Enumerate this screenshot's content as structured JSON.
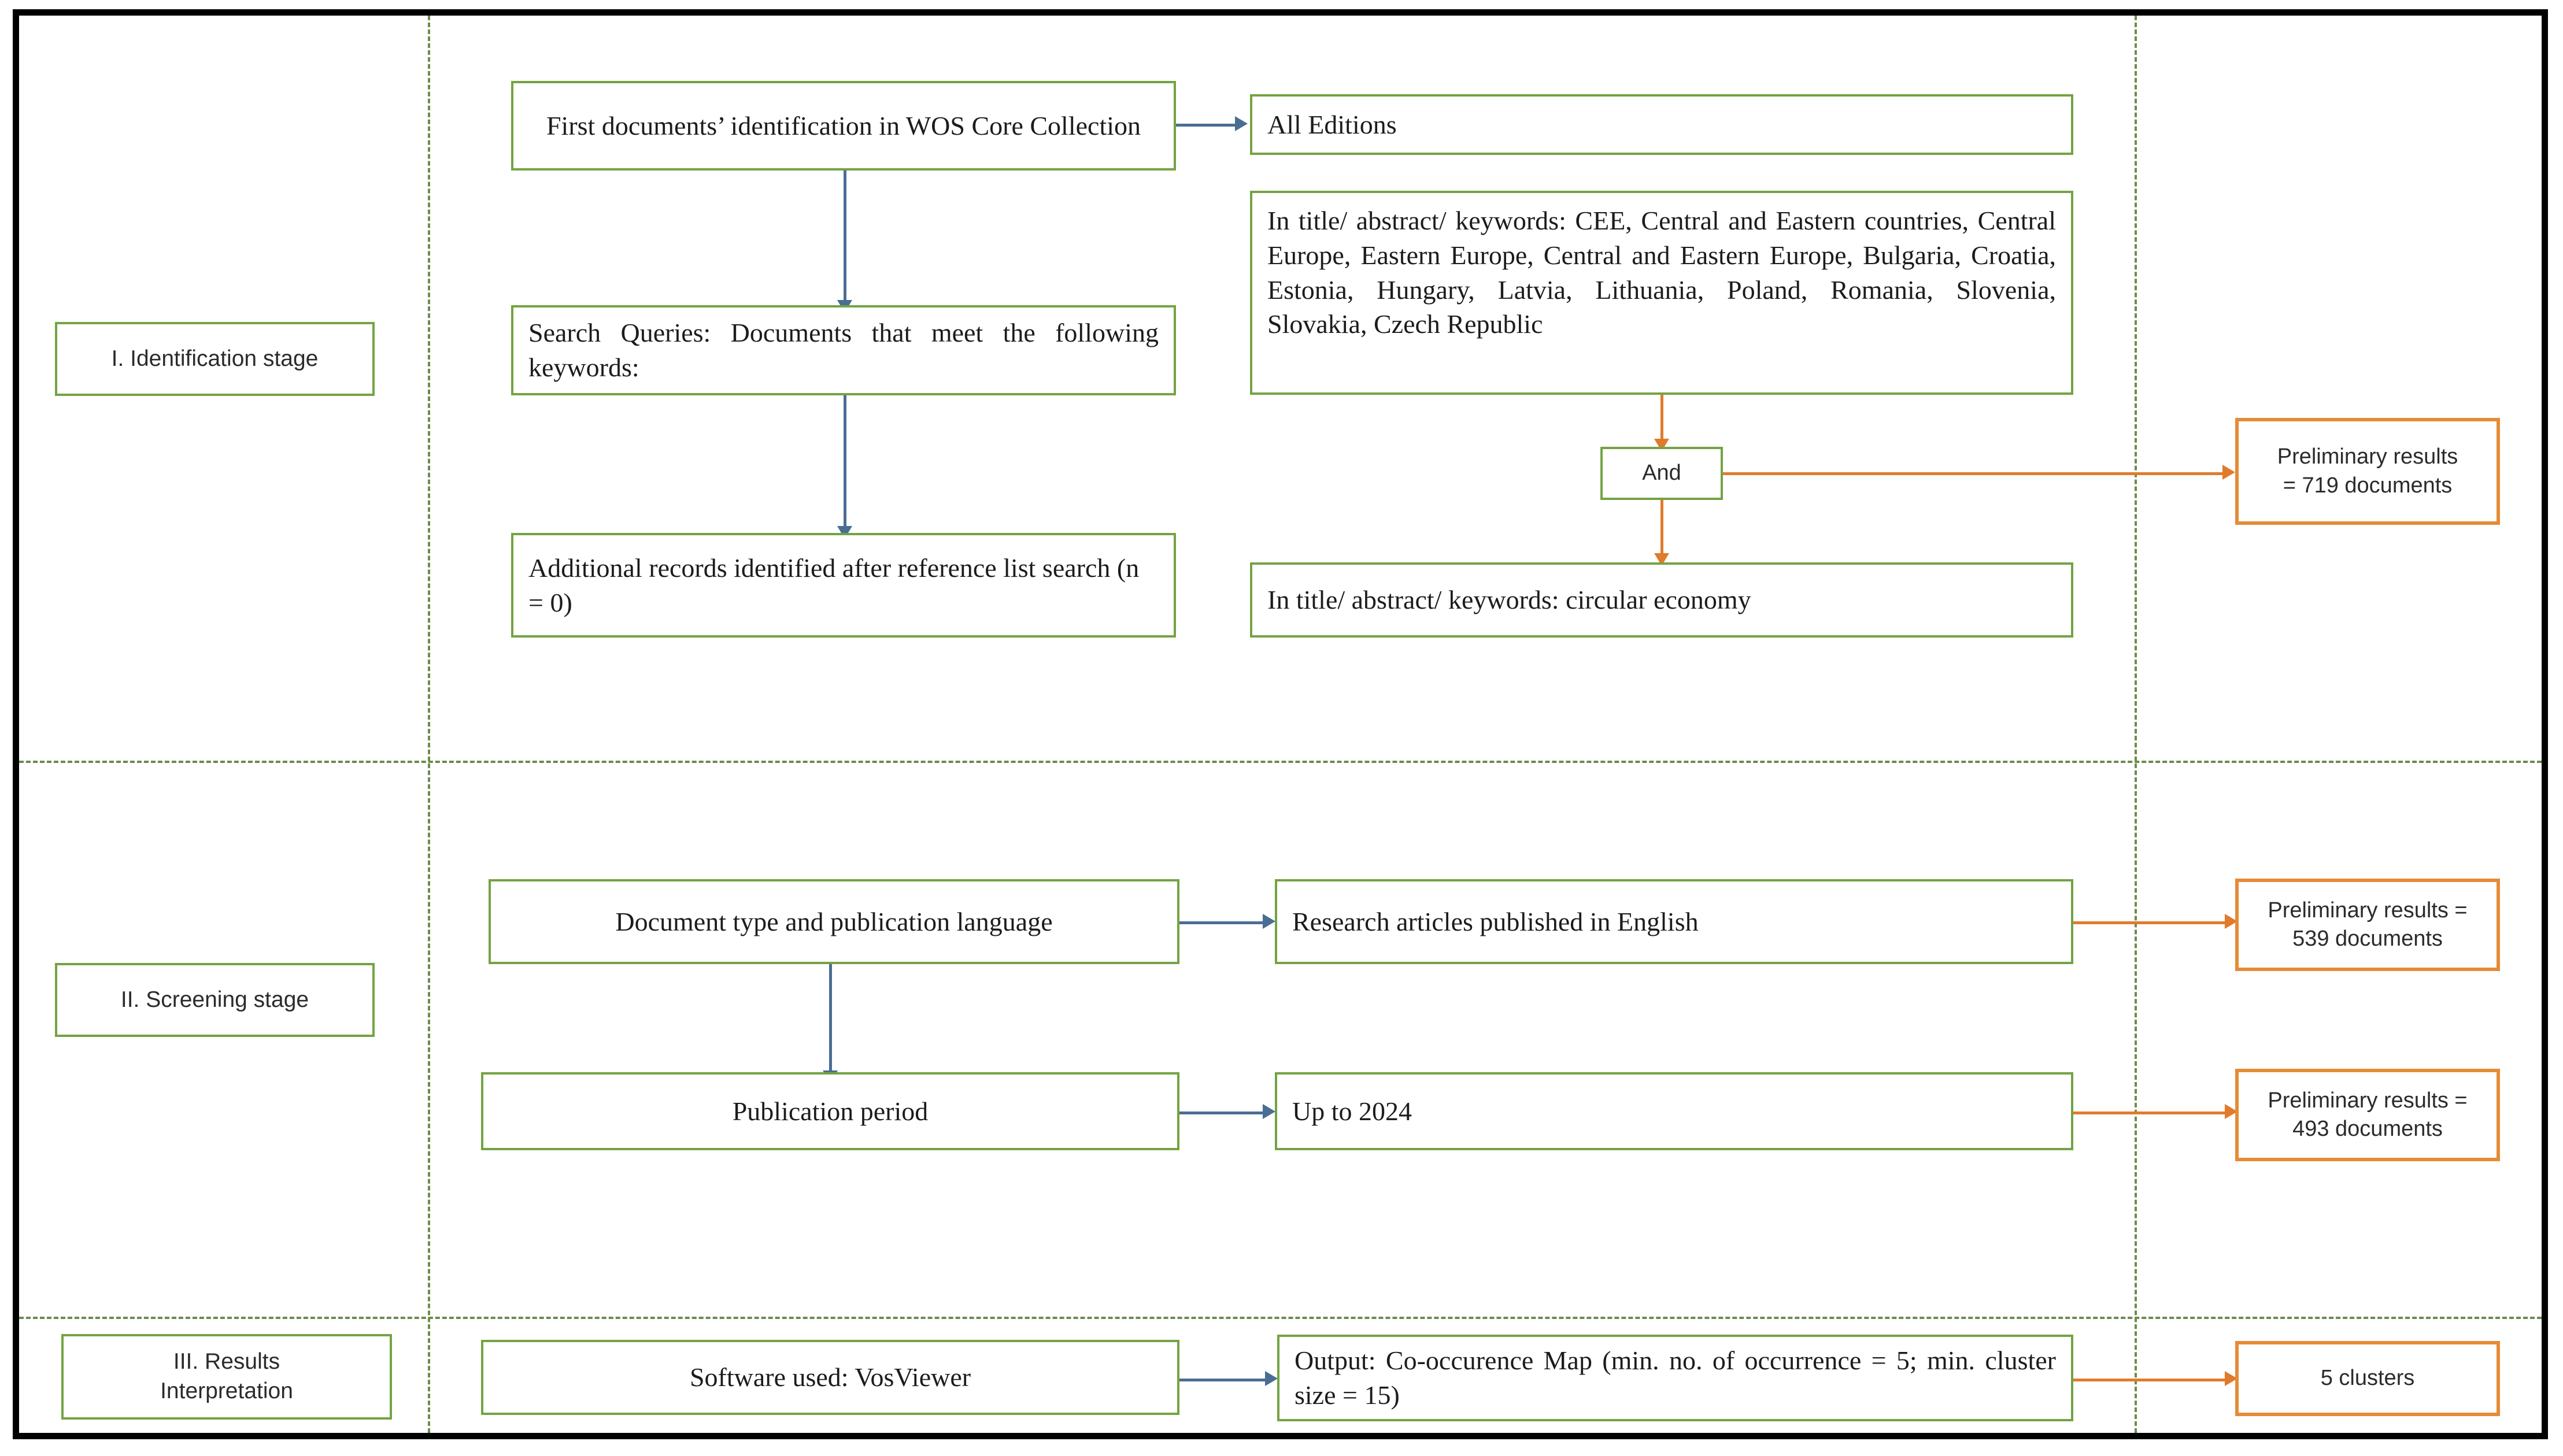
{
  "figure": {
    "type": "flowchart",
    "description": "PRISMA-style literature selection flow diagram for a bibliometric review"
  },
  "colors": {
    "box_green": "#74a343",
    "box_orange": "#e58b37",
    "arrow_blue": "#4a6d94",
    "arrow_orange": "#e07b2c",
    "divider_green": "#6c8c4a",
    "frame_black": "#000000"
  },
  "stages": [
    {
      "id": "identification",
      "label": "I. Identification stage"
    },
    {
      "id": "screening",
      "label": "II. Screening stage"
    },
    {
      "id": "results",
      "label": "III. Results\nInterpretation"
    }
  ],
  "stage_labels": {
    "identification": "I. Identification stage",
    "screening": "II. Screening stage",
    "results_line1": "III. Results",
    "results_line2": "Interpretation"
  },
  "nodes": {
    "first_documents": "First documents’ identification in WOS Core Collection",
    "all_editions": "All Editions",
    "search_queries": "Search Queries: Documents that meet the following keywords:",
    "keywords_countries": "In title/ abstract/ keywords: CEE, Central and Eastern countries, Central Europe,  Eastern Europe, Central and Eastern Europe, Bulgaria, Croatia, Estonia, Hungary, Latvia, Lithuania, Poland,  Romania, Slovenia, Slovakia, Czech Republic",
    "and_operator": "And",
    "keywords_circular": "In title/ abstract/ keywords: circular economy",
    "additional_records": "Additional records identified after reference list search (n = 0)",
    "prelim_719_line1": "Preliminary results",
    "prelim_719_line2": "= 719 documents",
    "doc_type_language": "Document type and publication language",
    "research_articles": "Research articles published in English",
    "prelim_539_line1": "Preliminary results =",
    "prelim_539_line2": "539 documents",
    "publication_period": "Publication period",
    "up_to_2024": "Up to  2024",
    "prelim_493_line1": "Preliminary results =",
    "prelim_493_line2": "493 documents",
    "software_used": "Software used: VosViewer",
    "output_map": "Output: Co-occurence Map (min. no. of occurrence = 5; min. cluster size = 15)",
    "five_clusters": "5 clusters"
  },
  "edges": [
    {
      "from": "first_documents",
      "to": "all_editions",
      "color": "blue"
    },
    {
      "from": "first_documents",
      "to": "search_queries",
      "color": "blue"
    },
    {
      "from": "search_queries",
      "to": "additional_records",
      "color": "blue"
    },
    {
      "from": "keywords_countries",
      "to": "and_operator",
      "color": "orange"
    },
    {
      "from": "and_operator",
      "to": "keywords_circular",
      "color": "orange"
    },
    {
      "from": "and_operator",
      "to": "prelim_719",
      "color": "orange"
    },
    {
      "from": "doc_type_language",
      "to": "research_articles",
      "color": "blue"
    },
    {
      "from": "doc_type_language",
      "to": "publication_period",
      "color": "blue"
    },
    {
      "from": "research_articles",
      "to": "prelim_539",
      "color": "orange"
    },
    {
      "from": "publication_period",
      "to": "up_to_2024",
      "color": "blue"
    },
    {
      "from": "up_to_2024",
      "to": "prelim_493",
      "color": "orange"
    },
    {
      "from": "software_used",
      "to": "output_map",
      "color": "blue"
    },
    {
      "from": "output_map",
      "to": "five_clusters",
      "color": "orange"
    }
  ],
  "metrics": {
    "preliminary_results_719": 719,
    "preliminary_results_539": 539,
    "preliminary_results_493": 493,
    "additional_records_n": 0,
    "min_occurrence": 5,
    "min_cluster_size": 15,
    "clusters": 5,
    "publication_period_end": 2024
  }
}
